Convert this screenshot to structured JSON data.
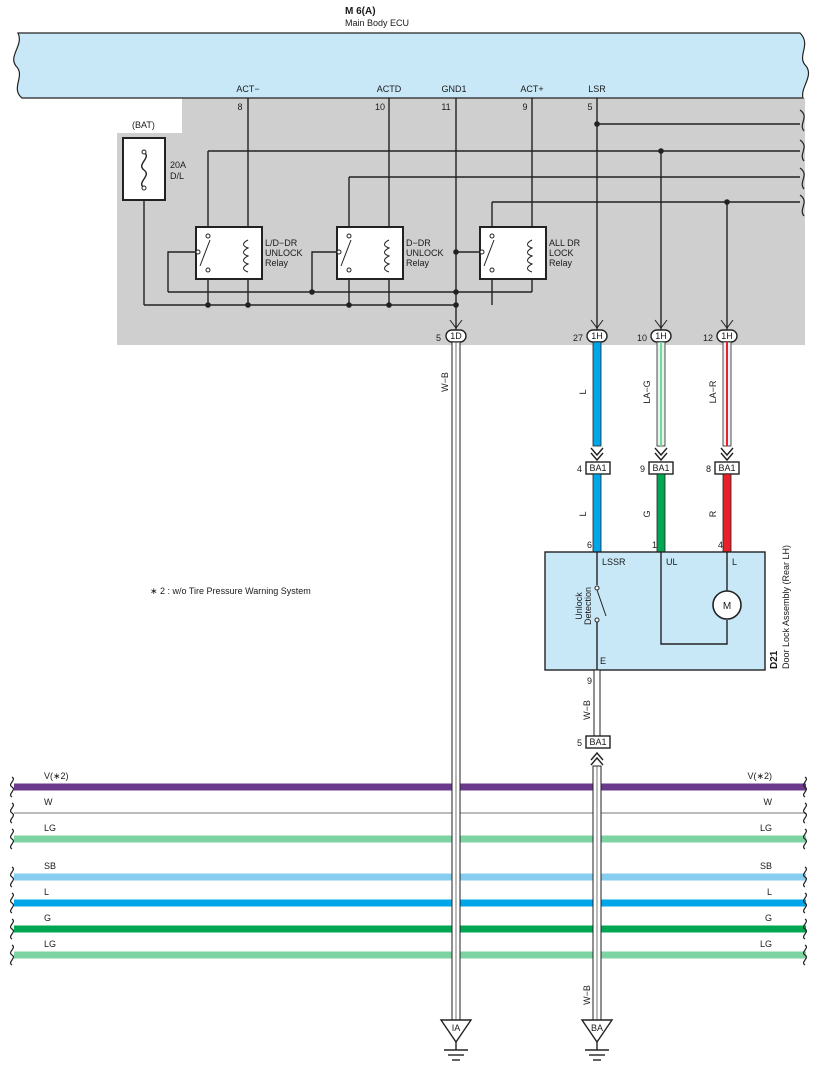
{
  "ecu": {
    "code": "M 6(A)",
    "name": "Main Body ECU",
    "terminals": [
      {
        "name": "ACT−",
        "pin": "8"
      },
      {
        "name": "ACTD",
        "pin": "10"
      },
      {
        "name": "GND1",
        "pin": "11"
      },
      {
        "name": "ACT+",
        "pin": "9"
      },
      {
        "name": "LSR",
        "pin": "5"
      }
    ],
    "fuse": {
      "source": "(BAT)",
      "rating": "20A",
      "name": "D/L"
    },
    "relays": [
      {
        "line1": "L/D−DR",
        "line2": "UNLOCK",
        "line3": "Relay"
      },
      {
        "line1": "D−DR",
        "line2": "UNLOCK",
        "line3": "Relay"
      },
      {
        "line1": "ALL DR",
        "line2": "LOCK",
        "line3": "Relay"
      }
    ],
    "connectors": [
      {
        "pin": "5",
        "code": "1D"
      },
      {
        "pin": "27",
        "code": "1H"
      },
      {
        "pin": "10",
        "code": "1H"
      },
      {
        "pin": "12",
        "code": "1H"
      }
    ]
  },
  "wires": {
    "gnd_ecu": "W−B",
    "lsr_upper": "L",
    "ul_upper": "LA−G",
    "l_upper": "LA−R",
    "lsr_lower": "L",
    "ul_lower": "G",
    "l_lower": "R",
    "door_ground": "W−B",
    "door_ground_lower": "W−B"
  },
  "ba1_connectors": [
    {
      "pin": "4",
      "code": "BA1"
    },
    {
      "pin": "9",
      "code": "BA1"
    },
    {
      "pin": "8",
      "code": "BA1"
    },
    {
      "pin": "5",
      "code": "BA1"
    }
  ],
  "door_lock": {
    "code": "D21",
    "name": "Door Lock Assembly (Rear LH)",
    "pins": [
      {
        "name": "LSSR",
        "pin": "6"
      },
      {
        "name": "UL",
        "pin": "1"
      },
      {
        "name": "L",
        "pin": "4"
      },
      {
        "name": "E",
        "pin": "9"
      }
    ],
    "switch_label_1": "Unlock",
    "switch_label_2": "Detection",
    "motor": "M"
  },
  "note": "∗ 2 : w/o Tire Pressure Warning System",
  "bus_lines": [
    {
      "label": "V(∗2)",
      "color": "#6b3a8c"
    },
    {
      "label": "W",
      "color": "#bbbbbb"
    },
    {
      "label": "LG",
      "color": "#7ed3a2"
    },
    {
      "label": "SB",
      "color": "#86cdf0"
    },
    {
      "label": "L",
      "color": "#00a6e8"
    },
    {
      "label": "G",
      "color": "#00a651"
    },
    {
      "label": "LG",
      "color": "#7ed3a2"
    }
  ],
  "grounds": [
    {
      "label": "IA"
    },
    {
      "label": "BA"
    }
  ],
  "colors": {
    "ecu_fill": "#c8e8f8",
    "body_fill": "#cfcfcf",
    "door_fill": "#c8e8f8",
    "wire_L": "#00a6e8",
    "wire_G": "#00a651",
    "wire_R": "#e8202a",
    "wire_LG": "#7ed3a2"
  }
}
